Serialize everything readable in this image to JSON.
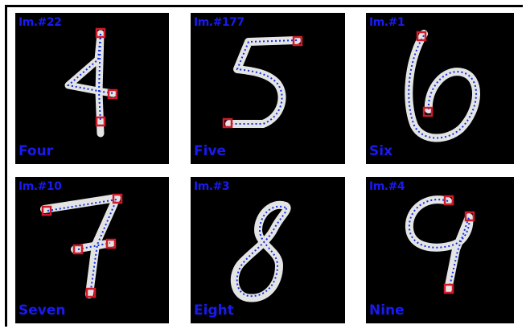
{
  "colors": {
    "background": "#000000",
    "stroke": "#f4f4f4",
    "trace_dots": "#0b2bd6",
    "endpoint_box": "#d11a2a",
    "label": "#1a1af0"
  },
  "panels": [
    {
      "id_label": "Im.#22",
      "word_label": "Four"
    },
    {
      "id_label": "Im.#177",
      "word_label": "Five"
    },
    {
      "id_label": "Im.#1",
      "word_label": "Six"
    },
    {
      "id_label": "Im.#10",
      "word_label": "Seven"
    },
    {
      "id_label": "Im.#3",
      "word_label": "Eight"
    },
    {
      "id_label": "Im.#4",
      "word_label": "Nine"
    }
  ]
}
